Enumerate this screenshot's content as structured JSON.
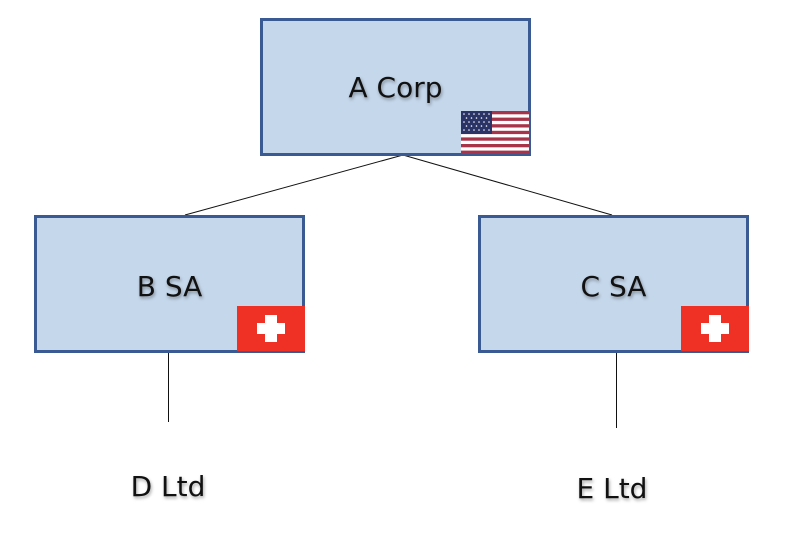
{
  "diagram": {
    "type": "org-structure",
    "nodes": [
      {
        "id": "A",
        "label": "A Corp",
        "flag": "us-flag-icon",
        "country": "United States"
      },
      {
        "id": "B",
        "label": "B SA",
        "flag": "swiss-flag-icon",
        "country": "Switzerland"
      },
      {
        "id": "C",
        "label": "C SA",
        "flag": "swiss-flag-icon",
        "country": "Switzerland"
      },
      {
        "id": "D",
        "label": "D Ltd"
      },
      {
        "id": "E",
        "label": "E Ltd"
      }
    ],
    "edges": [
      {
        "from": "A",
        "to": "B"
      },
      {
        "from": "A",
        "to": "C"
      },
      {
        "from": "B",
        "to": "D"
      },
      {
        "from": "C",
        "to": "E"
      }
    ],
    "colors": {
      "box_fill": "#c5d7eb",
      "box_border": "#3a5a94",
      "swiss_red": "#ee3124",
      "us_red": "#a8344a",
      "us_blue": "#2b3467"
    }
  }
}
